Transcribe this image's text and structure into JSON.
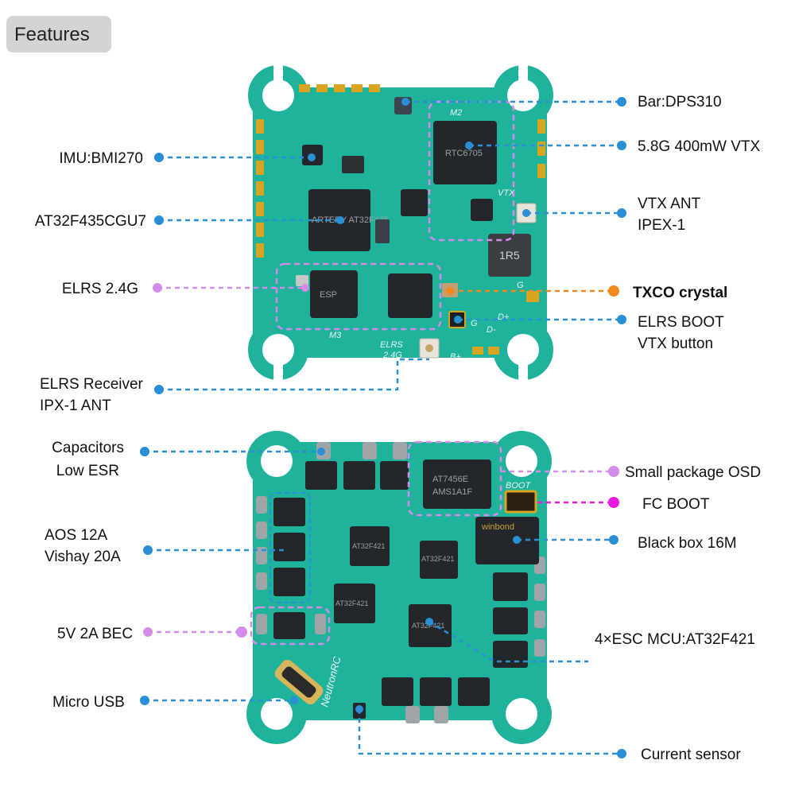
{
  "header": {
    "title": "Features"
  },
  "colors": {
    "pcb": "#1fb39b",
    "pcb_dark": "#169a85",
    "pad": "#d9a521",
    "chip": "#23272c",
    "leader_blue": "#2b8fd6",
    "leader_violet": "#d38ce8",
    "leader_orange": "#f08a1c",
    "leader_magenta": "#e81adf"
  },
  "top_board": {
    "chips": {
      "mcu": "ARTERY AT32F435",
      "vtx": "RTC6705",
      "elrs": "ESP",
      "inductor": "1R5"
    },
    "silkscreen": {
      "elrs": "ELRS",
      "band": "2.4G",
      "m3": "M3",
      "m2": "M2",
      "vtx": "VTX",
      "b_plus": "B+",
      "g1": "G",
      "g2": "G",
      "d_minus": "D-",
      "d_plus": "D+"
    },
    "callouts": [
      {
        "lines": [
          "Bar:DPS310"
        ],
        "style": "blue"
      },
      {
        "lines": [
          "5.8G 400mW VTX"
        ],
        "style": "blue"
      },
      {
        "lines": [
          "IMU:BMI270"
        ],
        "style": "blue"
      },
      {
        "lines": [
          "VTX ANT",
          "IPEX-1"
        ],
        "style": "blue"
      },
      {
        "lines": [
          "AT32F435CGU7"
        ],
        "style": "blue"
      },
      {
        "lines": [
          "ELRS 2.4G"
        ],
        "style": "violet"
      },
      {
        "lines": [
          "TXCO crystal"
        ],
        "style": "orange"
      },
      {
        "lines": [
          "ELRS BOOT",
          "VTX button"
        ],
        "style": "blue"
      },
      {
        "lines": [
          "ELRS Receiver",
          "IPX-1 ANT"
        ],
        "style": "blue"
      }
    ]
  },
  "bottom_board": {
    "chips": {
      "osd": "AT7456E",
      "osd2": "AMS1A1F",
      "flash": "winbond",
      "esc1": "AT32F421",
      "esc2": "AT32F421",
      "esc3": "AT32F421",
      "esc4": "AT32F421"
    },
    "silkscreen": {
      "boot": "BOOT",
      "brand": "NeutronRC"
    },
    "callouts": [
      {
        "lines": [
          "Capacitors",
          "Low ESR"
        ],
        "style": "blue"
      },
      {
        "lines": [
          "Small package OSD"
        ],
        "style": "violet"
      },
      {
        "lines": [
          "FC BOOT"
        ],
        "style": "magenta"
      },
      {
        "lines": [
          "AOS 12A",
          "Vishay 20A"
        ],
        "style": "blue"
      },
      {
        "lines": [
          "Black box 16M"
        ],
        "style": "blue"
      },
      {
        "lines": [
          "5V 2A BEC"
        ],
        "style": "violet"
      },
      {
        "lines": [
          "4×ESC MCU:AT32F421"
        ],
        "style": "blue"
      },
      {
        "lines": [
          "Micro USB"
        ],
        "style": "blue"
      },
      {
        "lines": [
          "Current sensor"
        ],
        "style": "blue"
      }
    ]
  }
}
